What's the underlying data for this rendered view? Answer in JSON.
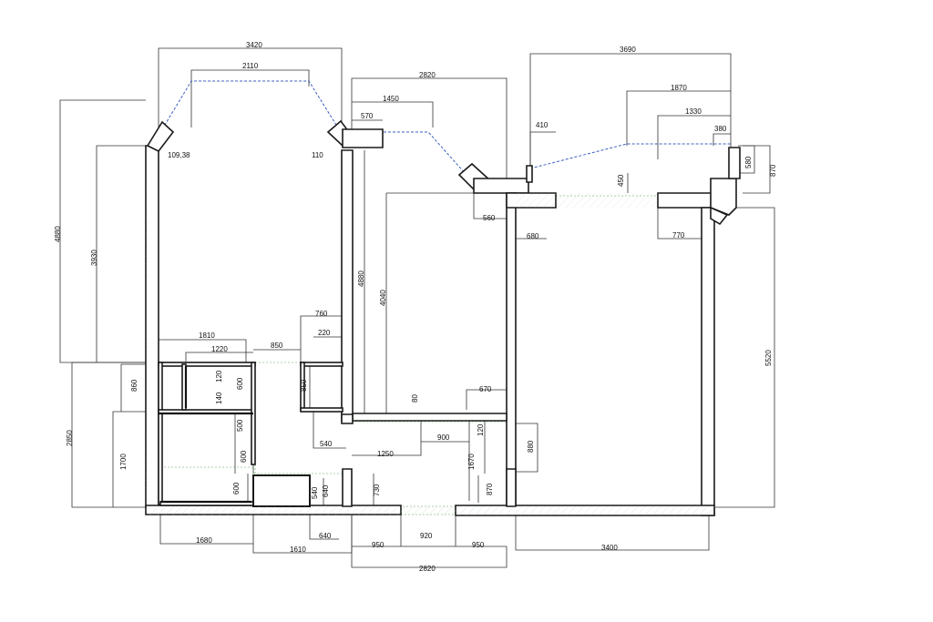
{
  "dimensions": {
    "d3420": "3420",
    "d2110": "2110",
    "d109": "109,38",
    "d110": "110",
    "d4880a": "4880",
    "d3930": "3930",
    "d1810": "1810",
    "d1220": "1220",
    "d850a": "850",
    "d760": "760",
    "d220": "220",
    "d860": "860",
    "d120a": "120",
    "d140": "140",
    "d600a": "600",
    "d850b": "850",
    "d2850": "2850",
    "d1700": "1700",
    "d500": "500",
    "d600b": "600",
    "d600c": "600",
    "d540a": "540",
    "d540b": "540",
    "d640a": "640",
    "d730": "730",
    "d1680": "1680",
    "d640b": "640",
    "d1610": "1610",
    "d2820a": "2820",
    "d1450": "1450",
    "d570": "570",
    "d4880b": "4880",
    "d4040": "4040",
    "d80": "80",
    "d670": "670",
    "d560": "560",
    "d900": "900",
    "d1250": "1250",
    "d120b": "120",
    "d1670": "1670",
    "d870a": "870",
    "d880": "880",
    "d950a": "950",
    "d920": "920",
    "d950b": "950",
    "d2820b": "2820",
    "d3690": "3690",
    "d1870": "1870",
    "d1330": "1330",
    "d410": "410",
    "d380": "380",
    "d450": "450",
    "d580": "580",
    "d870b": "870",
    "d680": "680",
    "d770": "770",
    "d5520": "5520",
    "d3400": "3400"
  }
}
